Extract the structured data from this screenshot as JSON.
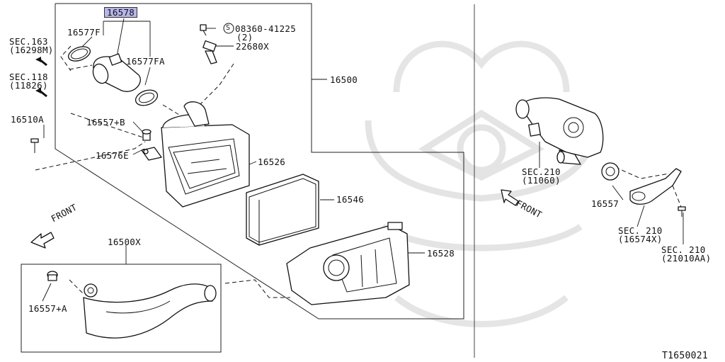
{
  "diagram_id": "T1650021",
  "parts": {
    "p16578": "16578",
    "p16577F": "16577F",
    "p16577FA": "16577FA",
    "bolt_code": "08360-41225",
    "bolt_qty": "(2)",
    "p22680X": "22680X",
    "p16500": "16500",
    "p16557B": "16557+B",
    "p16510A": "16510A",
    "p16576E": "16576E",
    "p16526": "16526",
    "p16546": "16546",
    "p16528": "16528",
    "p16500X": "16500X",
    "p16557A": "16557+A",
    "p16557": "16557"
  },
  "section_refs": {
    "sec163": {
      "line1": "SEC.163",
      "line2": "(16298M)"
    },
    "sec118": {
      "line1": "SEC.118",
      "line2": "(11826)"
    },
    "sec210a": {
      "line1": "SEC.210",
      "line2": "(11060)"
    },
    "sec210b": {
      "line1": "SEC. 210",
      "line2": "(16574X)"
    },
    "sec210c": {
      "line1": "SEC. 210",
      "line2": "(21010AA)"
    }
  },
  "symbols": {
    "s_circle": "S"
  },
  "front_labels": {
    "left": "FRONT",
    "right": "FRONT"
  },
  "colors": {
    "highlight": "#b8b5e8",
    "line": "#111111",
    "watermark": "#d9d9d9"
  }
}
